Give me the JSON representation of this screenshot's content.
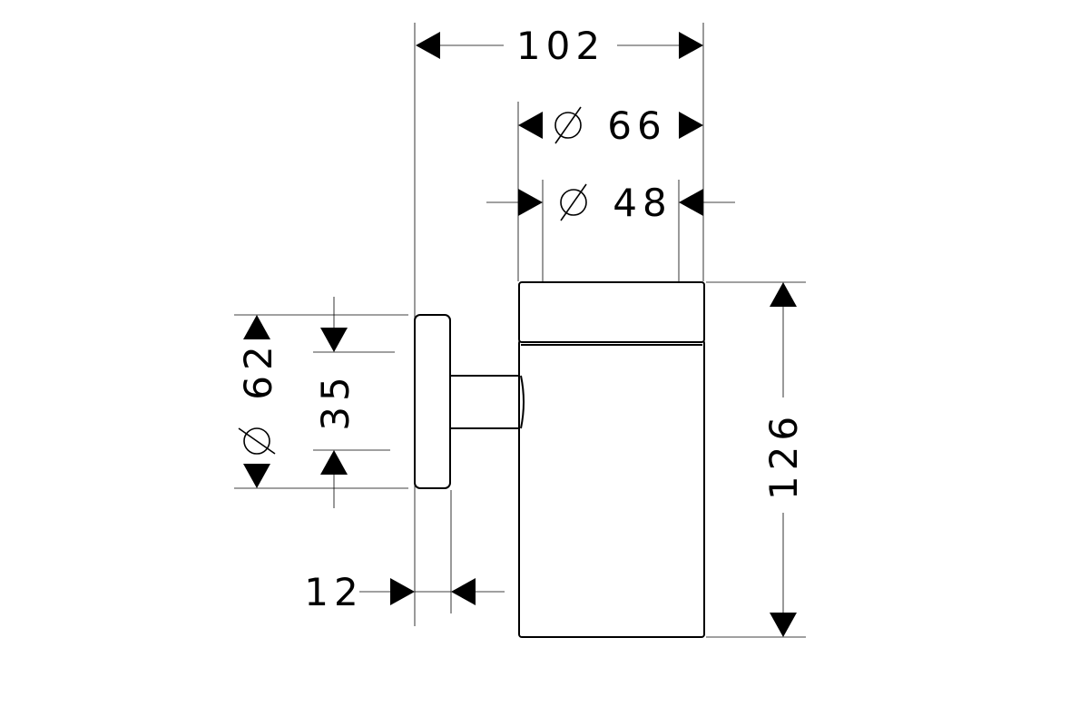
{
  "drawing": {
    "dimensions": {
      "overall_width": "102",
      "outer_diameter": "66",
      "inner_diameter": "48",
      "height": "126",
      "wall_plate_diameter": "62",
      "stem_span": "35",
      "plate_thickness": "12"
    },
    "diameter_symbol": "∅",
    "line_color": "#000000",
    "background_color": "#ffffff"
  }
}
